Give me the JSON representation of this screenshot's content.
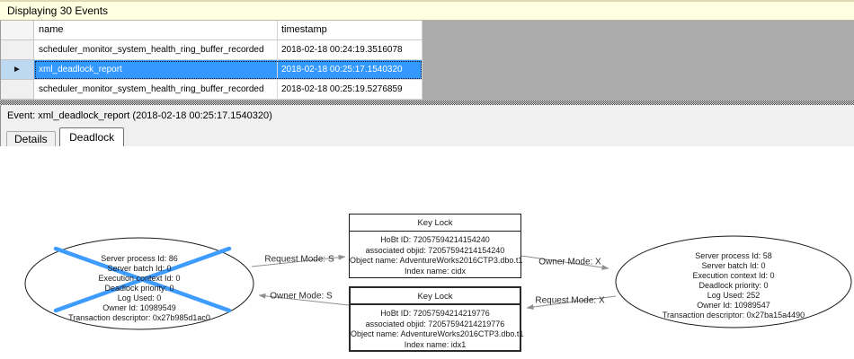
{
  "events_bar": {
    "title": "Displaying 30 Events"
  },
  "grid": {
    "columns": {
      "name": "name",
      "timestamp": "timestamp"
    },
    "rows": [
      {
        "name": "scheduler_monitor_system_health_ring_buffer_recorded",
        "timestamp": "2018-02-18 00:24:19.3516078"
      },
      {
        "name": "xml_deadlock_report",
        "timestamp": "2018-02-18 00:25:17.1540320"
      },
      {
        "name": "scheduler_monitor_system_health_ring_buffer_recorded",
        "timestamp": "2018-02-18 00:25:19.5276859"
      }
    ],
    "selected_row_index": 1,
    "row_indicator": "►"
  },
  "event_bar": {
    "text": "Event: xml_deadlock_report (2018-02-18 00:25:17.1540320)"
  },
  "tabs": {
    "details": "Details",
    "deadlock": "Deadlock",
    "active": "Deadlock"
  },
  "deadlock_graph": {
    "processes": [
      {
        "victim": true,
        "lines": [
          "Server process Id: 86",
          "Server batch Id: 0",
          "Execution context Id: 0",
          "Deadlock priority: 0",
          "Log Used: 0",
          "Owner Id: 10989549",
          "Transaction descriptor: 0x27b985d1ac0"
        ]
      },
      {
        "victim": false,
        "lines": [
          "Server process Id: 58",
          "Server batch Id: 0",
          "Execution context Id: 0",
          "Deadlock priority: 0",
          "Log Used: 252",
          "Owner Id: 10989547",
          "Transaction descriptor: 0x27ba15a4490"
        ]
      }
    ],
    "resources": [
      {
        "title": "Key Lock",
        "lines": [
          "HoBt ID: 72057594214154240",
          "associated objid: 72057594214154240",
          "Object name: AdventureWorks2016CTP3.dbo.t1",
          "Index name: cidx"
        ]
      },
      {
        "title": "Key Lock",
        "lines": [
          "HoBt ID: 72057594214219776",
          "associated objid: 72057594214219776",
          "Object name: AdventureWorks2016CTP3.dbo.t1",
          "Index name: idx1"
        ]
      }
    ],
    "edges": [
      {
        "label": "Request Mode: S"
      },
      {
        "label": "Owner Mode: S"
      },
      {
        "label": "Owner Mode: X"
      },
      {
        "label": "Request Mode: X"
      }
    ]
  },
  "colors": {
    "selection_blue": "#3399FF",
    "victim_cross_blue": "#3E9CFF",
    "info_bar_yellow": "#FFFFE1",
    "workspace_gray": "#ABABAB"
  }
}
